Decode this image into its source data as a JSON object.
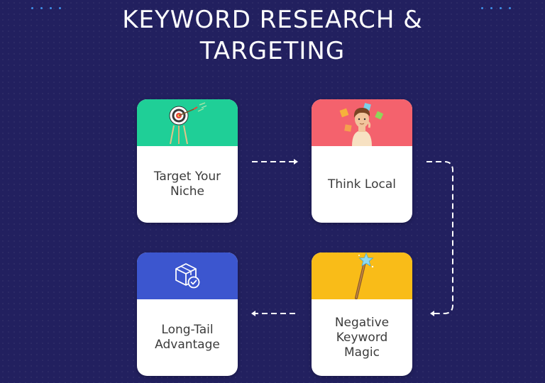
{
  "title": {
    "line1": "KEYWORD RESEARCH &",
    "line2": "TARGETING"
  },
  "cards": [
    {
      "label": "Target Your\nNiche",
      "color": "#1fcf97",
      "icon": "archery-target-icon"
    },
    {
      "label": "Think Local",
      "color": "#f4626d",
      "icon": "person-with-puzzle-pieces-icon"
    },
    {
      "label": "Long-Tail\nAdvantage",
      "color": "#3c56cf",
      "icon": "box-with-checkmark-icon"
    },
    {
      "label": "Negative\nKeyword\nMagic",
      "color": "#f9bc18",
      "icon": "magic-wand-icon"
    }
  ],
  "colors": {
    "background": "#22205f",
    "accent_dots": "#3f8ee8",
    "connector": "#ffffff"
  }
}
